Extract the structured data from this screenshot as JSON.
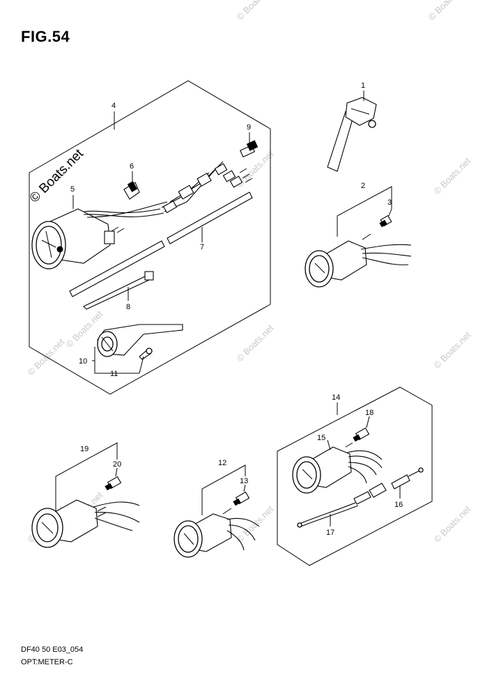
{
  "figure": {
    "title": "FIG.54",
    "caption_code": "DF40 50 E03_054",
    "caption_name": "OPT:METER-C"
  },
  "watermark": {
    "text": "© Boats.net",
    "color": "#c8c8c8"
  },
  "callouts": [
    {
      "id": "c1",
      "label": "1"
    },
    {
      "id": "c2",
      "label": "2"
    },
    {
      "id": "c3",
      "label": "3"
    },
    {
      "id": "c4",
      "label": "4"
    },
    {
      "id": "c5",
      "label": "5"
    },
    {
      "id": "c6",
      "label": "6"
    },
    {
      "id": "c7",
      "label": "7"
    },
    {
      "id": "c8",
      "label": "8"
    },
    {
      "id": "c9",
      "label": "9"
    },
    {
      "id": "c10",
      "label": "10"
    },
    {
      "id": "c11",
      "label": "11"
    },
    {
      "id": "c12",
      "label": "12"
    },
    {
      "id": "c13",
      "label": "13"
    },
    {
      "id": "c14",
      "label": "14"
    },
    {
      "id": "c15",
      "label": "15"
    },
    {
      "id": "c16",
      "label": "16"
    },
    {
      "id": "c17",
      "label": "17"
    },
    {
      "id": "c18",
      "label": "18"
    },
    {
      "id": "c19",
      "label": "19"
    },
    {
      "id": "c20",
      "label": "20"
    }
  ]
}
